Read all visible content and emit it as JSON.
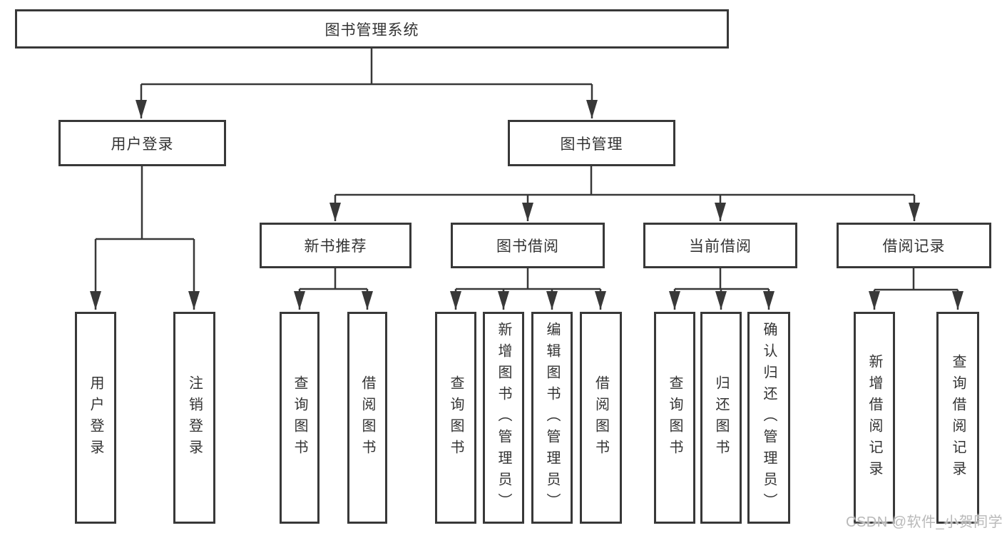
{
  "colors": {
    "line": "#383838",
    "text": "#333333",
    "watermark": "#b9b9b9",
    "background": "#ffffff"
  },
  "watermark": "CSDN @软件_小贺同学",
  "tree": {
    "label": "图书管理系统",
    "children": [
      {
        "label": "用户登录",
        "children": [
          {
            "label": "用户登录"
          },
          {
            "label": "注销登录"
          }
        ]
      },
      {
        "label": "图书管理",
        "children": [
          {
            "label": "新书推荐",
            "children": [
              {
                "label": "查询图书"
              },
              {
                "label": "借阅图书"
              }
            ]
          },
          {
            "label": "图书借阅",
            "children": [
              {
                "label": "查询图书"
              },
              {
                "label": "新增图书（管理员）"
              },
              {
                "label": "编辑图书（管理员）"
              },
              {
                "label": "借阅图书"
              }
            ]
          },
          {
            "label": "当前借阅",
            "children": [
              {
                "label": "查询图书"
              },
              {
                "label": "归还图书"
              },
              {
                "label": "确认归还（管理员）"
              }
            ]
          },
          {
            "label": "借阅记录",
            "children": [
              {
                "label": "新增借阅记录"
              },
              {
                "label": "查询借阅记录"
              }
            ]
          }
        ]
      }
    ]
  }
}
